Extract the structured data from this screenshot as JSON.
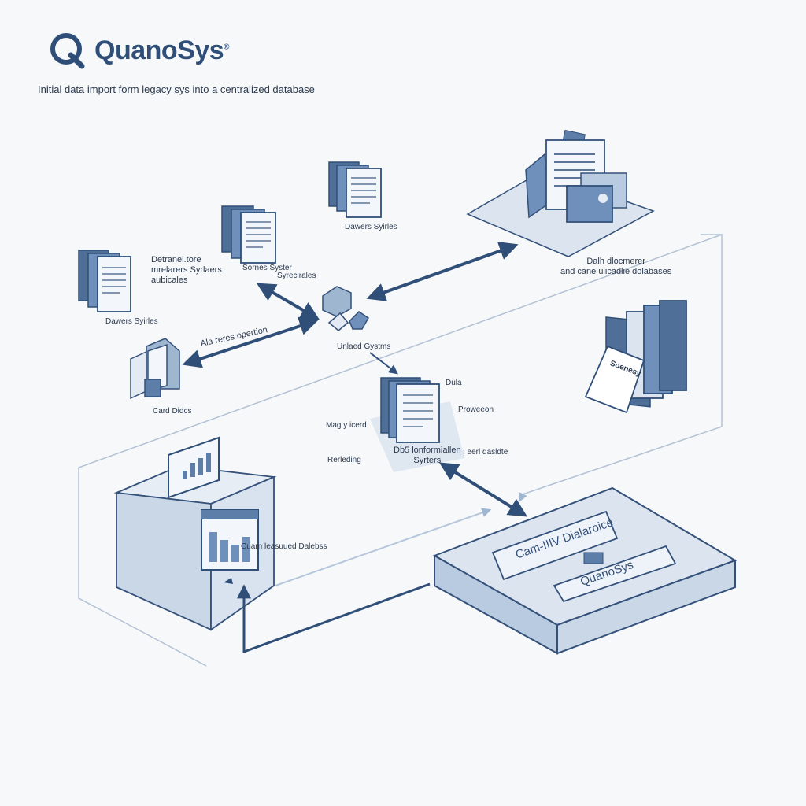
{
  "brand": {
    "name": "QuanoSys",
    "reg_mark": "®",
    "logo_letter": "Q"
  },
  "subtitle": "Initial data import form legacy sys into a centralized database",
  "labels": {
    "src_left_desc": [
      "Detranel.tore",
      "mrelarers Syrlaers",
      "aubicales"
    ],
    "src_left_caption": "Dawers Syirles",
    "src_mid_caption": "Sornes Syster",
    "src_top_caption": "Dawers Syirles",
    "hub_side": "Syrecirales",
    "ops_label": "Ala reres opertion",
    "card_caption": "Card Didcs",
    "hub_caption": "Unlaed Gystms",
    "docs_right_caption": [
      "Dalh dlocmerer",
      "and cane ulicadlie dolabases"
    ],
    "note_text": "Soenesy",
    "tx_left_top": "Mag y icerd",
    "tx_left_bottom": "Rerleding",
    "tx_right_top": "Dula",
    "tx_right_mid": "Proweeon",
    "tx_caption": [
      "Db5 lonformiallen",
      "Syrters"
    ],
    "tx_right_bottom": "I eerl dasldte",
    "cube_caption": "Cuarn leasuued Dalebss",
    "platform_top": "Cam-IIIV Dialaroice",
    "platform_bottom": "QuanoSys"
  },
  "colors": {
    "primary": "#2f4f78",
    "line": "#34517a",
    "fill": "#d6e1ee",
    "fill_dark": "#b9cbe0",
    "paper": "#f3f6fa"
  }
}
